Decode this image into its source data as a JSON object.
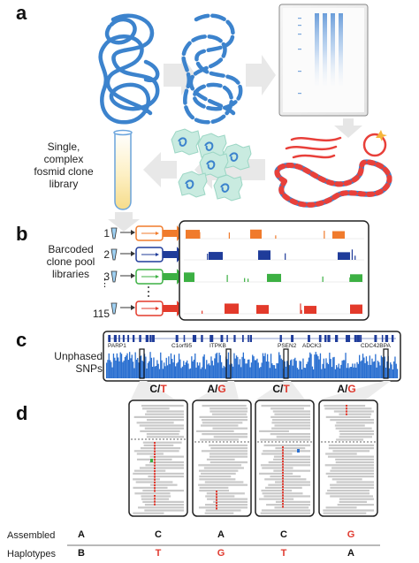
{
  "panels": {
    "a": "a",
    "b": "b",
    "c": "c",
    "d": "d"
  },
  "panel_a": {
    "library_label": "Single,\ncomplex\nfosmid clone\nlibrary"
  },
  "panel_b": {
    "label": "Barcoded\nclone pool\nlibraries",
    "pool_numbers": [
      "1",
      "2",
      "3",
      "115"
    ],
    "dots": "⋮"
  },
  "panel_c": {
    "label": "Unphased\nSNPs",
    "genes": [
      "PARP1",
      "C1orf95",
      "ITPKB",
      "PSEN2",
      "ADCK3",
      "CDC42BPA"
    ]
  },
  "panel_d": {
    "snps": [
      {
        "a": "C",
        "sep": "/",
        "b": "T"
      },
      {
        "a": "A",
        "sep": "/",
        "b": "G"
      },
      {
        "a": "C",
        "sep": "/",
        "b": "T"
      },
      {
        "a": "A",
        "sep": "/",
        "b": "G"
      }
    ],
    "assembled_label": "Assembled",
    "haplotypes_label": "Haplotypes",
    "assembled": [
      "A",
      "C",
      "A",
      "C",
      "G"
    ],
    "haplotypes": [
      "B",
      "T",
      "G",
      "T",
      "A"
    ]
  },
  "colors": {
    "dna_blue": "#3c83cd",
    "read_gray": "#c9c9c9",
    "snp_red": "#e03a2f",
    "orange": "#f07b2c",
    "navy": "#1f3c9a",
    "green": "#3cb043",
    "red_pool": "#e33a2b",
    "coverage_blue": "#2a6fd0"
  }
}
